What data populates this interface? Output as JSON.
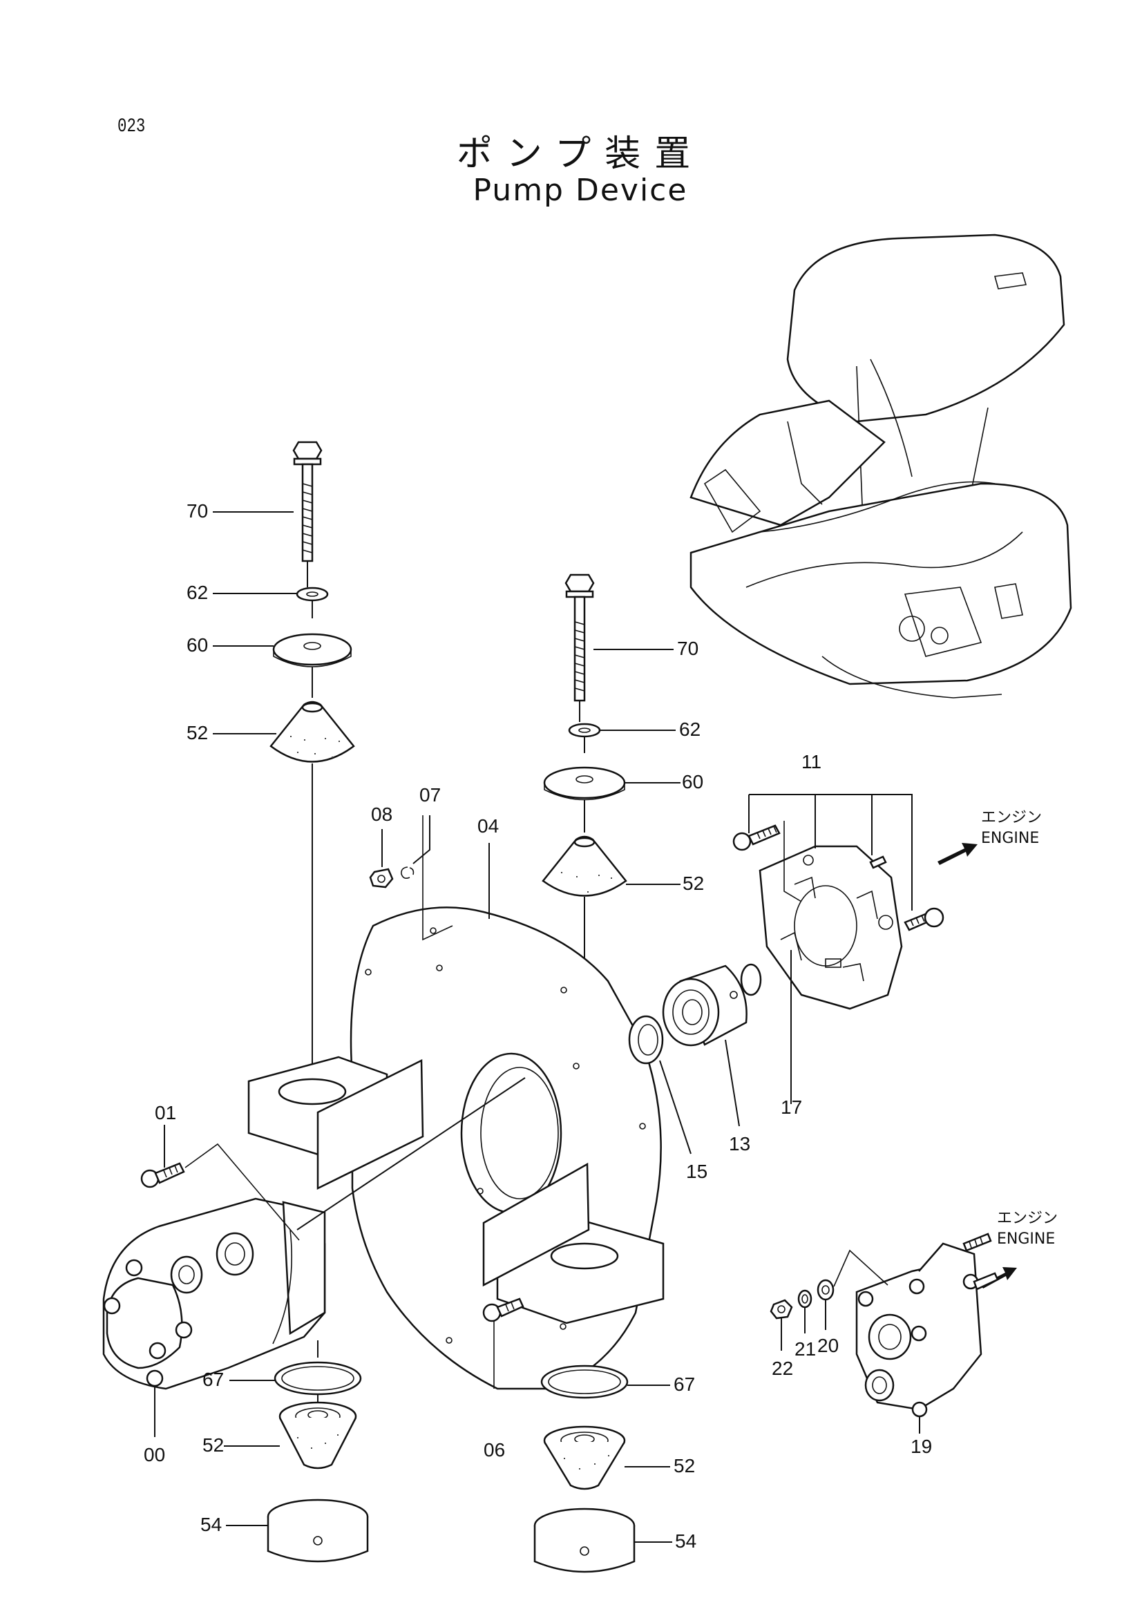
{
  "header": {
    "page_code": "023",
    "title_jp": "ポンプ装置",
    "title_en": "Pump Device"
  },
  "direction_labels": [
    {
      "jp": "エンジン",
      "en": "ENGINE"
    },
    {
      "jp": "エンジン",
      "en": "ENGINE"
    }
  ],
  "callouts": {
    "bolt_left": "70",
    "washer_left": "62",
    "plate_left": "60",
    "cushion_left": "52",
    "bolt_right": "70",
    "washer_right": "62",
    "plate_right": "60",
    "cushion_right": "52",
    "nut": "08",
    "lockwasher": "07",
    "bracket": "04",
    "coupling": "11",
    "oring": "17",
    "hub": "13",
    "seal": "15",
    "pump_bolt": "01",
    "pump": "00",
    "ring_left": "67",
    "mount_left": "52",
    "cup_left": "54",
    "bolt_06": "06",
    "ring_right": "67",
    "mount_right": "52",
    "cup_right": "54",
    "nut_22": "22",
    "washer_21": "21",
    "washer_20": "20",
    "gear_pump": "19"
  }
}
